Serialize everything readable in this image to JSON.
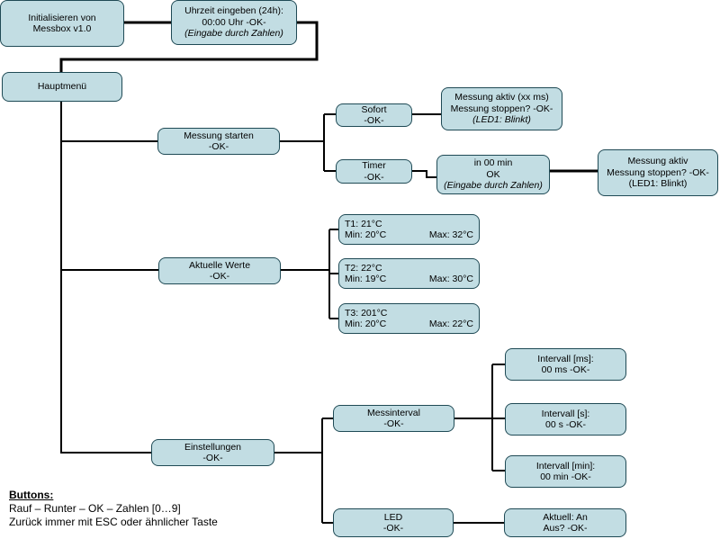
{
  "nodes": {
    "init": {
      "lines": [
        "Initialisieren von",
        "Messbox  v1.0"
      ]
    },
    "uhrzeit": {
      "lines": [
        "Uhrzeit eingeben (24h):",
        "00:00 Uhr   -OK-",
        "(Eingabe durch Zahlen)"
      ]
    },
    "hauptmenu": {
      "lines": [
        "Hauptmenü"
      ]
    },
    "messung": {
      "lines": [
        "Messung starten",
        "-OK-"
      ]
    },
    "sofort": {
      "lines": [
        "Sofort",
        "-OK-"
      ]
    },
    "messung_aktiv_1": {
      "lines": [
        "Messung aktiv (xx ms)",
        "Messung stoppen?  -OK-",
        "(LED1: Blinkt)"
      ]
    },
    "timer": {
      "lines": [
        "Timer",
        "-OK-"
      ]
    },
    "in_min": {
      "lines": [
        "in 00 min",
        "OK",
        "(Eingabe durch Zahlen)"
      ]
    },
    "messung_aktiv_2": {
      "lines": [
        "Messung aktiv",
        "Messung stoppen?  -OK-",
        "(LED1: Blinkt)"
      ]
    },
    "werte": {
      "lines": [
        "Aktuelle Werte",
        "-OK-"
      ]
    },
    "t1": {
      "title": "T1: 21°C",
      "min": "Min: 20°C",
      "max": "Max: 32°C"
    },
    "t2": {
      "title": "T2: 22°C",
      "min": "Min: 19°C",
      "max": "Max: 30°C"
    },
    "t3": {
      "title": "T3: 201°C",
      "min": "Min: 20°C",
      "max": "Max: 22°C"
    },
    "einstellungen": {
      "lines": [
        "Einstellungen",
        "-OK-"
      ]
    },
    "messinterval": {
      "lines": [
        "Messinterval",
        "-OK-"
      ]
    },
    "intervall_ms": {
      "lines": [
        "Intervall [ms]:",
        "00 ms -OK-"
      ]
    },
    "intervall_s": {
      "lines": [
        "Intervall [s]:",
        "00 s -OK-"
      ]
    },
    "intervall_min": {
      "lines": [
        "Intervall [min]:",
        "00 min -OK-"
      ]
    },
    "led": {
      "lines": [
        "LED",
        "-OK-"
      ]
    },
    "aktuell": {
      "lines": [
        "Aktuell: An",
        "Aus? -OK-"
      ]
    }
  },
  "legend": {
    "heading": "Buttons:",
    "line1": "Rauf – Runter – OK – Zahlen [0…9]",
    "line2": "Zurück immer mit ESC oder ähnlicher Taste"
  },
  "colors": {
    "box_fill": "#c2dde3",
    "box_border": "#1f4a55",
    "connector": "#000000"
  }
}
